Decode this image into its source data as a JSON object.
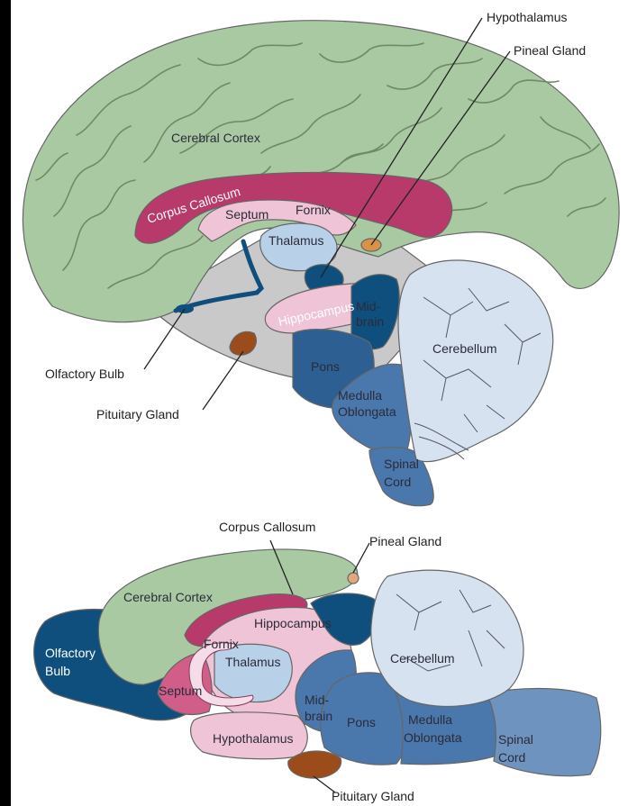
{
  "top_diagram": {
    "labels": {
      "hypothalamus": "Hypothalamus",
      "pineal_gland": "Pineal Gland",
      "cerebral_cortex": "Cerebral Cortex",
      "corpus_callosum": "Corpus Callosum",
      "septum": "Septum",
      "fornix": "Fornix",
      "thalamus": "Thalamus",
      "hippocampus": "Hippocampus",
      "midbrain_line1": "Mid-",
      "midbrain_line2": "brain",
      "pons": "Pons",
      "cerebellum": "Cerebellum",
      "medulla_line1": "Medulla",
      "medulla_line2": "Oblongata",
      "spinal_line1": "Spinal",
      "spinal_line2": "Cord",
      "olfactory_bulb": "Olfactory Bulb",
      "pituitary_gland": "Pituitary Gland"
    }
  },
  "bottom_diagram": {
    "labels": {
      "corpus_callosum": "Corpus Callosum",
      "pineal_gland": "Pineal Gland",
      "cerebral_cortex": "Cerebral Cortex",
      "hippocampus": "Hippocampus",
      "olfactory_line1": "Olfactory",
      "olfactory_line2": "Bulb",
      "fornix": "Fornix",
      "thalamus": "Thalamus",
      "cerebellum": "Cerebellum",
      "septum": "Septum",
      "midbrain_line1": "Mid-",
      "midbrain_line2": "brain",
      "pons": "Pons",
      "medulla_line1": "Medulla",
      "medulla_line2": "Oblongata",
      "spinal_line1": "Spinal",
      "spinal_line2": "Cord",
      "hypothalamus": "Hypothalamus",
      "pituitary_gland": "Pituitary Gland"
    }
  },
  "colors": {
    "cortex": "#a9c9a2",
    "corpus_callosum": "#b83a6a",
    "pink_light": "#efc4d6",
    "thalamus": "#b9d1e8",
    "dark_blue": "#0e4f7d",
    "mid_blue": "#4a77ac",
    "light_blue": "#d6e2ef",
    "brown": "#9c4b1a",
    "gray": "#c9c9c9"
  }
}
